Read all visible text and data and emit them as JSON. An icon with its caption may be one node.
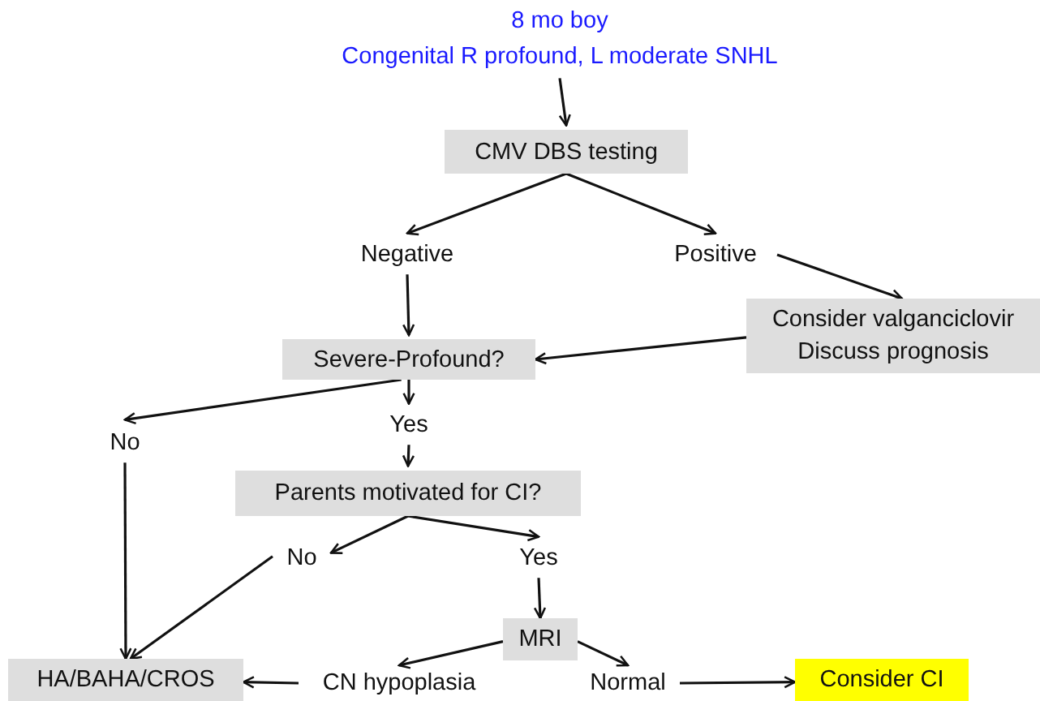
{
  "diagram": {
    "nodes": [
      {
        "text": [
          "8 mo boy",
          "Congenital R profound, L moderate SNHL"
        ]
      },
      {
        "text": [
          "CMV DBS testing"
        ]
      },
      {
        "text": [
          "Negative"
        ]
      },
      {
        "text": [
          "Positive"
        ]
      },
      {
        "text": [
          "Consider valganciclovir",
          "Discuss prognosis"
        ]
      },
      {
        "text": [
          "Severe-Profound?"
        ]
      },
      {
        "text": [
          "No"
        ]
      },
      {
        "text": [
          "Yes"
        ]
      },
      {
        "text": [
          "Parents motivated for CI?"
        ]
      },
      {
        "text": [
          "No"
        ]
      },
      {
        "text": [
          "Yes"
        ]
      },
      {
        "text": [
          "MRI"
        ]
      },
      {
        "text": [
          "HA/BAHA/CROS"
        ]
      },
      {
        "text": [
          "CN hypoplasia"
        ]
      },
      {
        "text": [
          "Normal"
        ]
      },
      {
        "text": [
          "Consider CI"
        ]
      }
    ],
    "edges": [
      {
        "from": 0,
        "to": 1,
        "arrow": "to"
      },
      {
        "from": 1,
        "to": 2,
        "arrow": "to"
      },
      {
        "from": 1,
        "to": 3,
        "arrow": "to"
      },
      {
        "from": 2,
        "to": 5,
        "arrow": "to"
      },
      {
        "from": 3,
        "to": 4,
        "arrow": "to"
      },
      {
        "from": 4,
        "to": 5,
        "arrow": "to"
      },
      {
        "from": 5,
        "to": 6,
        "arrow": "to"
      },
      {
        "from": 5,
        "to": 7,
        "arrow": "to"
      },
      {
        "from": 7,
        "to": 8,
        "arrow": "to"
      },
      {
        "from": 8,
        "to": 9,
        "arrow": "to"
      },
      {
        "from": 8,
        "to": 10,
        "arrow": "to"
      },
      {
        "from": 6,
        "to": 12,
        "arrow": "to"
      },
      {
        "from": 9,
        "to": 12,
        "arrow": "to"
      },
      {
        "from": 10,
        "to": 11,
        "arrow": "to"
      },
      {
        "from": 11,
        "to": 13,
        "arrow": "to"
      },
      {
        "from": 11,
        "to": 14,
        "arrow": "to"
      },
      {
        "from": 13,
        "to": 12,
        "arrow": "to"
      },
      {
        "from": 14,
        "to": 15,
        "arrow": "to"
      }
    ]
  }
}
